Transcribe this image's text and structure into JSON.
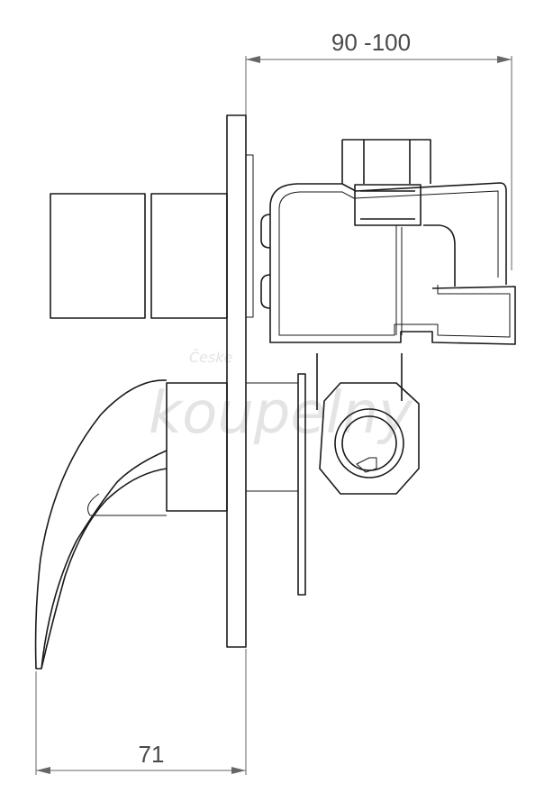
{
  "dimensions": {
    "top_label": "90 -100",
    "bottom_label": "71"
  },
  "watermark": {
    "text": "koupelny",
    "subtext": "Česke"
  },
  "colors": {
    "line": "#1a1a1a",
    "dimension": "#666666",
    "watermark": "#e4e4e4"
  }
}
